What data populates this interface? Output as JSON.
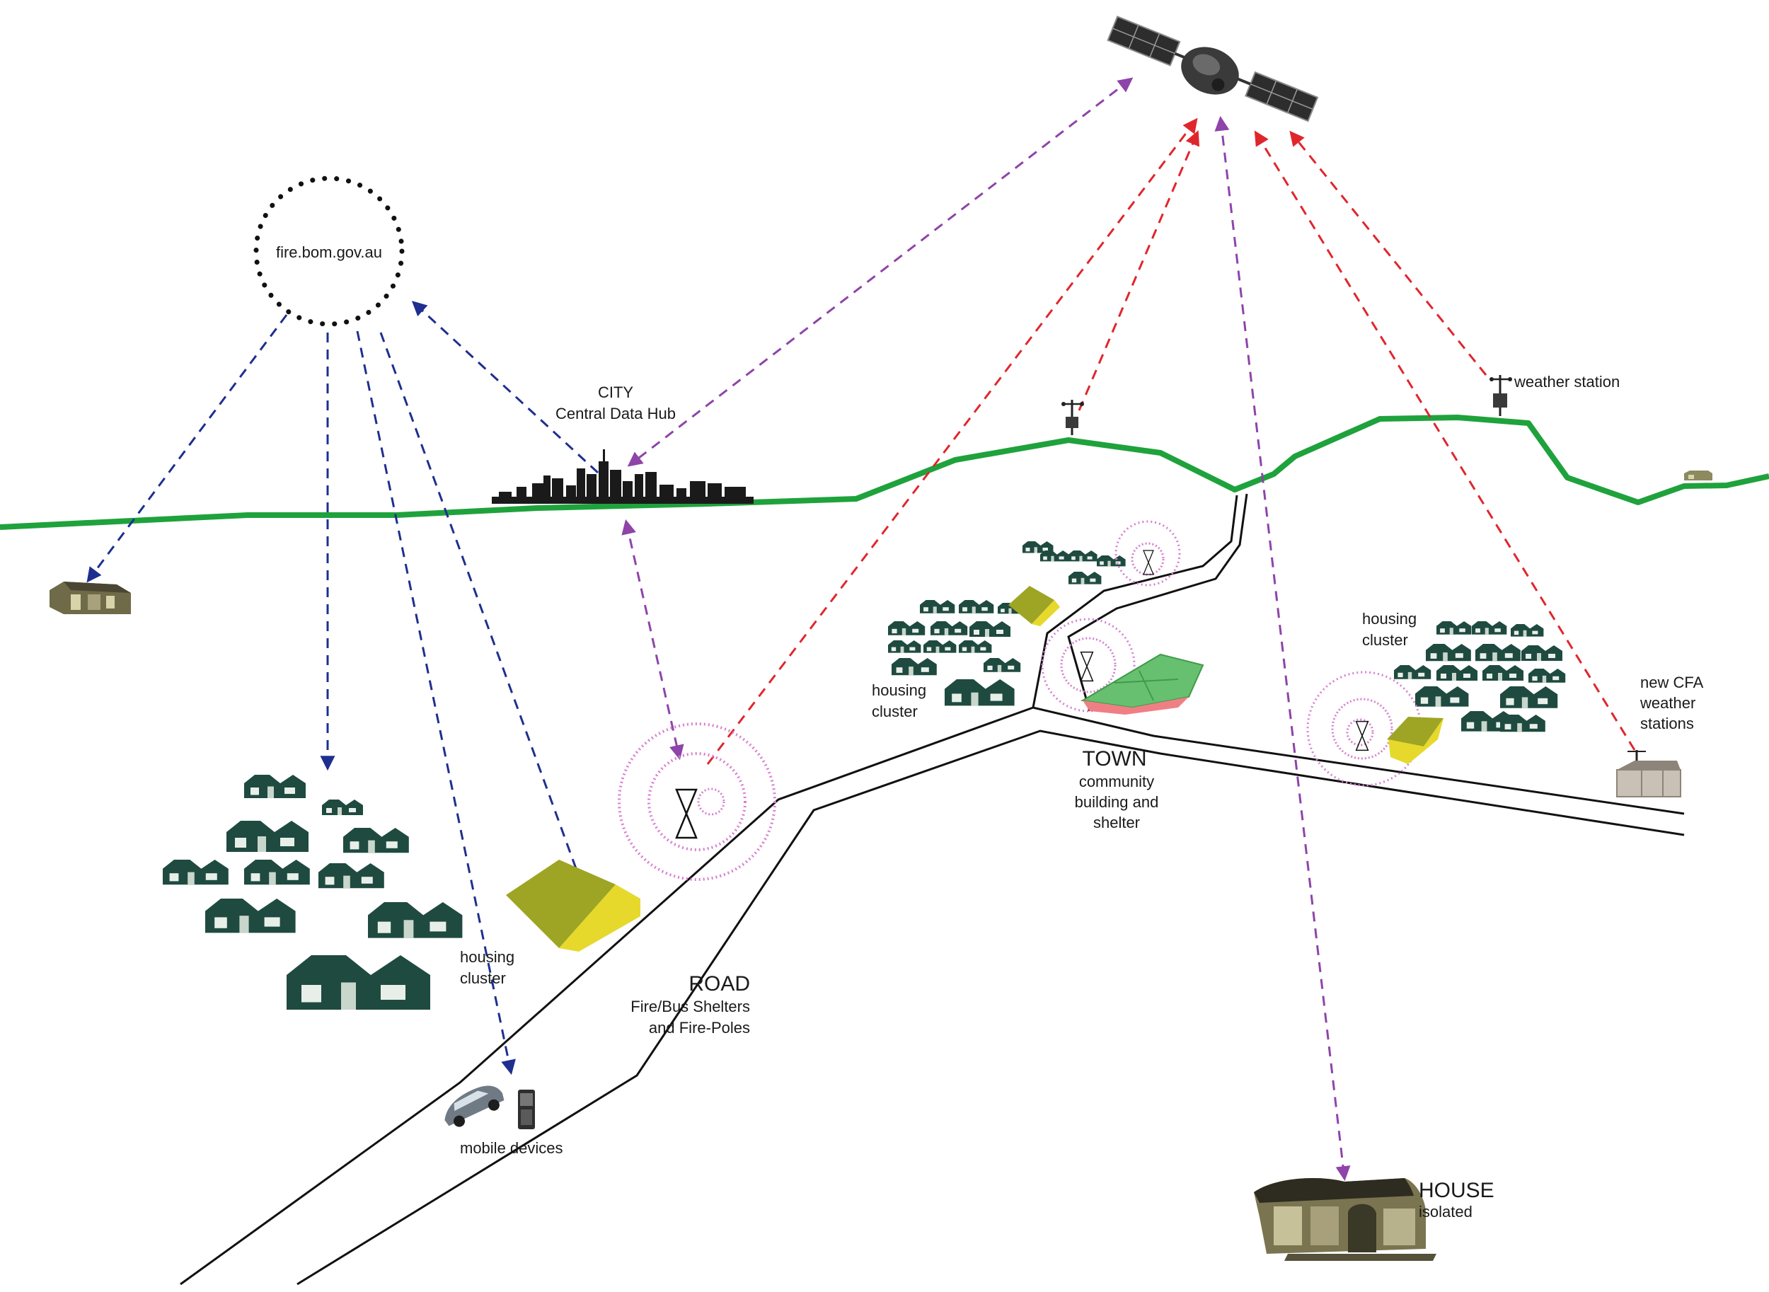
{
  "colors": {
    "ridge": "#1fa23c",
    "data_arrow_blue": "#1e2f8f",
    "uplink_red": "#e0262d",
    "satellite_link_purple": "#8e44a8",
    "signal_rings": "#d77fd0",
    "housing": "#1f4a40",
    "shelter_yellow": "#d9d22a",
    "community_building": "#67c070",
    "road": "#111111"
  },
  "labels": {
    "hub": "fire.bom.gov.au",
    "city_title": "CITY",
    "city_sub": "Central Data Hub",
    "weather_station": "weather station",
    "housing_cluster_left_1": "housing",
    "housing_cluster_left_2": "cluster",
    "housing_cluster_mid_1": "housing",
    "housing_cluster_mid_2": "cluster",
    "housing_cluster_right_1": "housing",
    "housing_cluster_right_2": "cluster",
    "cfa_1": "new CFA",
    "cfa_2": "weather",
    "cfa_3": "stations",
    "town_title": "TOWN",
    "town_sub_1": "community",
    "town_sub_2": "building and",
    "town_sub_3": "shelter",
    "road_title": "ROAD",
    "road_sub_1": "Fire/Bus Shelters",
    "road_sub_2": "and Fire-Poles",
    "mobile": "mobile devices",
    "house_title": "HOUSE",
    "house_sub": "isolated"
  },
  "icons": [
    "satellite-icon",
    "weather-station-icon",
    "city-skyline-icon",
    "house-icon",
    "car-icon",
    "mobile-phone-icon",
    "fire-pole-icon",
    "shelter-icon"
  ]
}
